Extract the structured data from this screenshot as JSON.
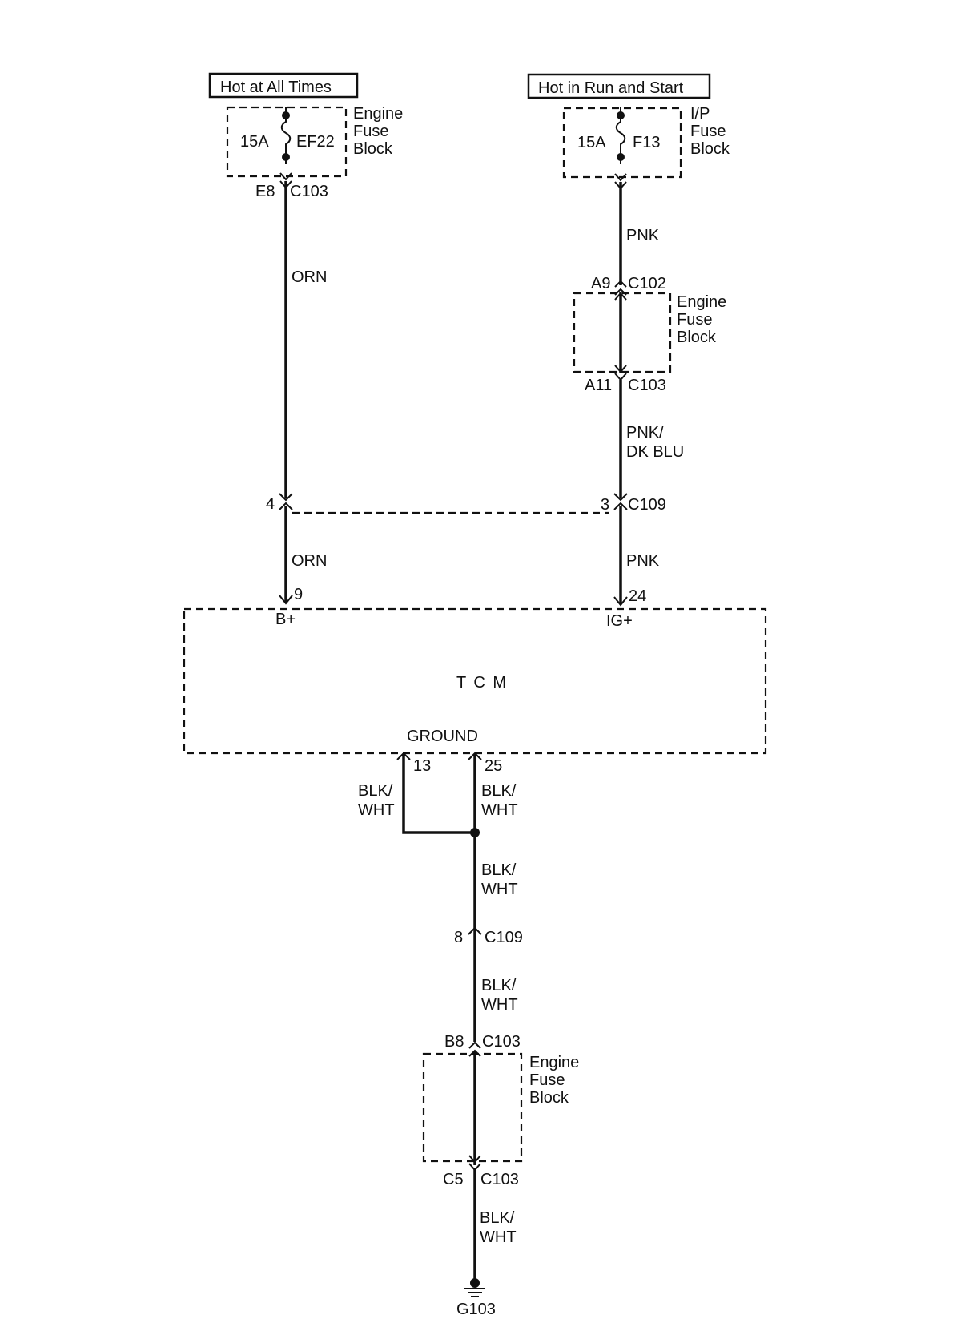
{
  "sources": {
    "left": {
      "label": "Hot at All Times",
      "fuse_amps": "15A",
      "fuse_id": "EF22",
      "block_label": [
        "Engine",
        "Fuse",
        "Block"
      ]
    },
    "right": {
      "label": "Hot in Run and Start",
      "fuse_amps": "15A",
      "fuse_id": "F13",
      "block_label": [
        "I/P",
        "Fuse",
        "Block"
      ]
    }
  },
  "left_circuit": {
    "fuse_out_pin": "E8",
    "fuse_out_connector": "C103",
    "wire_1": "ORN",
    "c109_pin": "4",
    "wire_2": "ORN",
    "tcm_pin": "9",
    "tcm_terminal": "B+"
  },
  "right_circuit": {
    "wire_1": "PNK",
    "in_pin": "A9",
    "in_connector": "C102",
    "block_label": [
      "Engine",
      "Fuse",
      "Block"
    ],
    "out_pin": "A11",
    "out_connector": "C103",
    "wire_2": [
      "PNK/",
      "DK BLU"
    ],
    "c109_pin": "3",
    "c109_connector": "C109",
    "wire_3": "PNK",
    "tcm_pin": "24",
    "tcm_terminal": "IG+"
  },
  "tcm": {
    "name": "T C M",
    "ground_label": "GROUND",
    "ground_pin_a": "13",
    "ground_pin_b": "25"
  },
  "ground_circuit": {
    "wire_a": [
      "BLK/",
      "WHT"
    ],
    "wire_b": [
      "BLK/",
      "WHT"
    ],
    "wire_c": [
      "BLK/",
      "WHT"
    ],
    "c109_pin": "8",
    "c109_connector": "C109",
    "wire_d": [
      "BLK/",
      "WHT"
    ],
    "in_pin": "B8",
    "in_connector": "C103",
    "block_label": [
      "Engine",
      "Fuse",
      "Block"
    ],
    "out_pin": "C5",
    "out_connector": "C103",
    "wire_e": [
      "BLK/",
      "WHT"
    ],
    "ground_id": "G103"
  }
}
